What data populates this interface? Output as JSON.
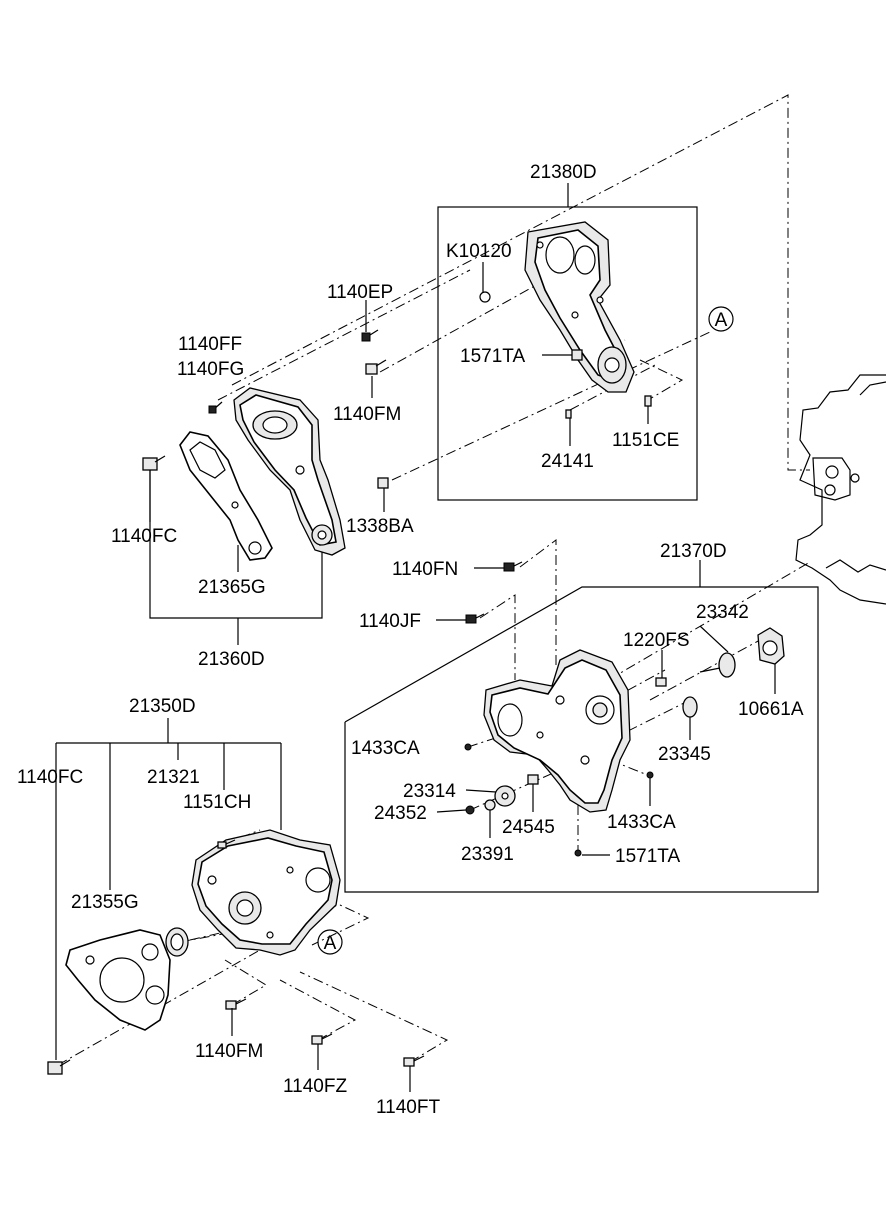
{
  "labels": {
    "p21380D": "21380D",
    "k10120": "K10120",
    "p1140EP": "1140EP",
    "p1140FF": "1140FF",
    "p1140FG": "1140FG",
    "p1571TA_top": "1571TA",
    "p1140FM_top": "1140FM",
    "p24141": "24141",
    "p1151CE": "1151CE",
    "p1338BA": "1338BA",
    "p1140FC_top": "1140FC",
    "p21365G": "21365G",
    "p21360D": "21360D",
    "p21370D": "21370D",
    "p1140FN": "1140FN",
    "p23342": "23342",
    "p1220FS": "1220FS",
    "p1140JF": "1140JF",
    "p10661A": "10661A",
    "p1433CA_left": "1433CA",
    "p23345": "23345",
    "p23314": "23314",
    "p24352": "24352",
    "p24545": "24545",
    "p1433CA_right": "1433CA",
    "p23391": "23391",
    "p1571TA_bot": "1571TA",
    "p21350D": "21350D",
    "p1140FC_left": "1140FC",
    "p21321": "21321",
    "p1151CH": "1151CH",
    "p21355G": "21355G",
    "p1140FM_bot": "1140FM",
    "p1140FZ": "1140FZ",
    "p1140FT": "1140FT",
    "ref_a_top": "A",
    "ref_a_bot": "A"
  }
}
